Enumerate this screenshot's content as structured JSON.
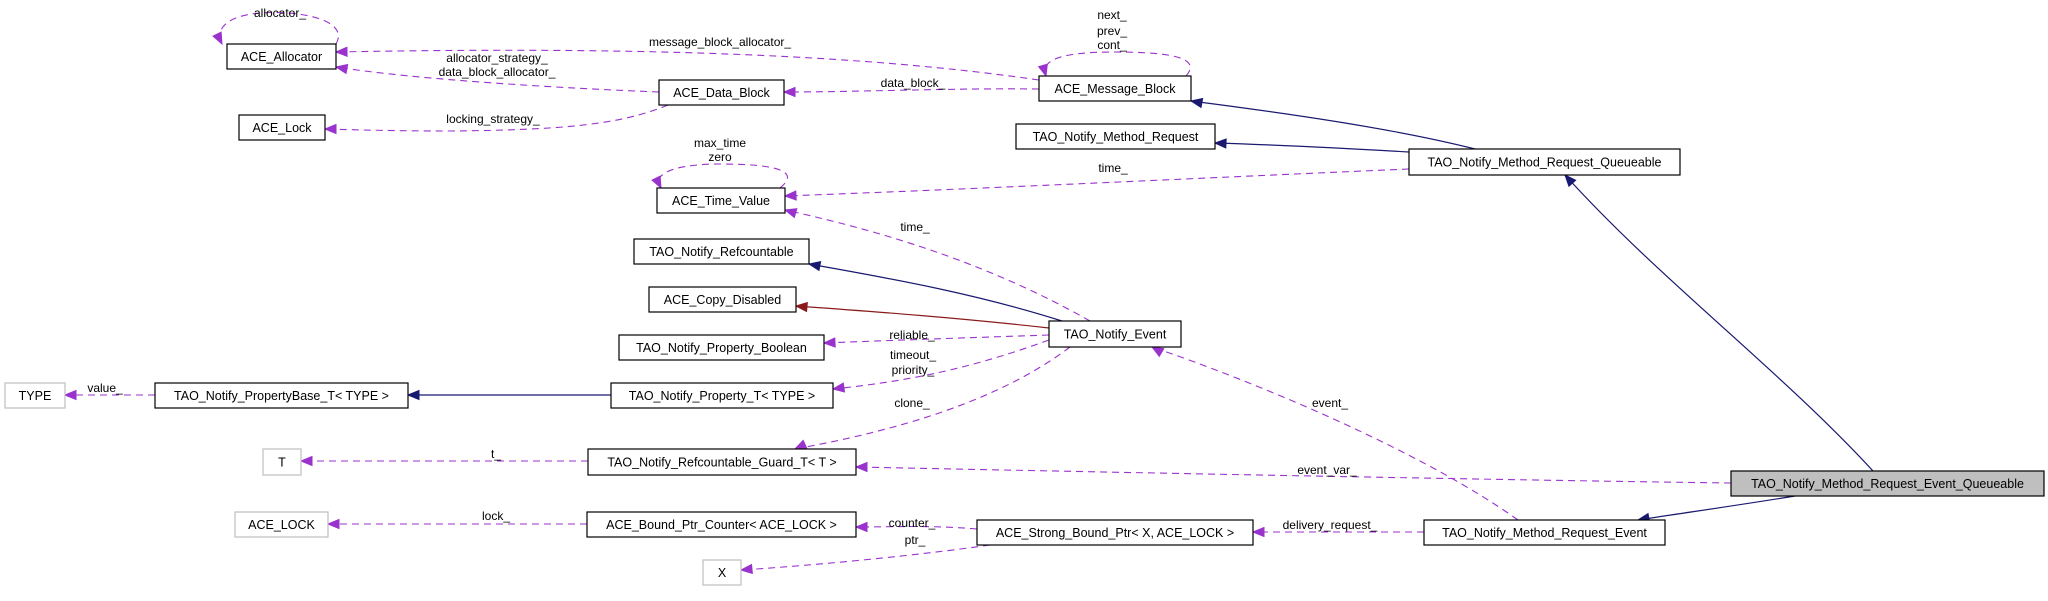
{
  "diagram": {
    "nodes": {
      "allocator": "ACE_Allocator",
      "data_block": "ACE_Data_Block",
      "lock": "ACE_Lock",
      "message_block": "ACE_Message_Block",
      "method_request": "TAO_Notify_Method_Request",
      "queueable": "TAO_Notify_Method_Request_Queueable",
      "time_value": "ACE_Time_Value",
      "refcountable": "TAO_Notify_Refcountable",
      "copy_disabled": "ACE_Copy_Disabled",
      "event": "TAO_Notify_Event",
      "property_boolean": "TAO_Notify_Property_Boolean",
      "type": "TYPE",
      "property_base": "TAO_Notify_PropertyBase_T< TYPE >",
      "property_t": "TAO_Notify_Property_T< TYPE >",
      "t": "T",
      "guard": "TAO_Notify_Refcountable_Guard_T< T >",
      "event_queueable": "TAO_Notify_Method_Request_Event_Queueable",
      "ace_lock_param": "ACE_LOCK",
      "bound_ptr_counter": "ACE_Bound_Ptr_Counter< ACE_LOCK >",
      "strong_bound_ptr": "ACE_Strong_Bound_Ptr< X, ACE_LOCK >",
      "method_request_event": "TAO_Notify_Method_Request_Event",
      "x": "X"
    },
    "edges": [
      {
        "id": "e1",
        "from": "allocator",
        "to": "allocator",
        "kind": "use",
        "labels": [
          "allocator_"
        ]
      },
      {
        "id": "e2",
        "from": "message_block",
        "to": "allocator",
        "kind": "use",
        "labels": [
          "message_block_allocator_"
        ]
      },
      {
        "id": "e3",
        "from": "data_block",
        "to": "allocator",
        "kind": "use",
        "labels": [
          "allocator_strategy_",
          "data_block_allocator_"
        ]
      },
      {
        "id": "e4",
        "from": "message_block",
        "to": "data_block",
        "kind": "use",
        "labels": [
          "data_block_"
        ]
      },
      {
        "id": "e5",
        "from": "data_block",
        "to": "lock",
        "kind": "use",
        "labels": [
          "locking_strategy_"
        ]
      },
      {
        "id": "e6",
        "from": "message_block",
        "to": "message_block",
        "kind": "use",
        "labels": [
          "next_",
          "prev_",
          "cont_"
        ]
      },
      {
        "id": "e7",
        "from": "queueable",
        "to": "message_block",
        "kind": "inherit",
        "labels": []
      },
      {
        "id": "e8",
        "from": "queueable",
        "to": "method_request",
        "kind": "inherit",
        "labels": []
      },
      {
        "id": "e9",
        "from": "queueable",
        "to": "time_value",
        "kind": "use",
        "labels": [
          "time_"
        ]
      },
      {
        "id": "e10",
        "from": "time_value",
        "to": "time_value",
        "kind": "use",
        "labels": [
          "max_time",
          "zero"
        ]
      },
      {
        "id": "e11",
        "from": "event",
        "to": "time_value",
        "kind": "use",
        "labels": [
          "time_"
        ]
      },
      {
        "id": "e12",
        "from": "event",
        "to": "refcountable",
        "kind": "inherit",
        "labels": []
      },
      {
        "id": "e13",
        "from": "event",
        "to": "copy_disabled",
        "kind": "private",
        "labels": []
      },
      {
        "id": "e14",
        "from": "event",
        "to": "property_boolean",
        "kind": "use",
        "labels": [
          "reliable_"
        ]
      },
      {
        "id": "e15",
        "from": "event",
        "to": "property_t",
        "kind": "use",
        "labels": [
          "timeout_",
          "priority_"
        ]
      },
      {
        "id": "e16",
        "from": "property_t",
        "to": "property_base",
        "kind": "inherit",
        "labels": []
      },
      {
        "id": "e17",
        "from": "property_base",
        "to": "type",
        "kind": "use",
        "labels": [
          "value_"
        ]
      },
      {
        "id": "e18",
        "from": "event",
        "to": "guard",
        "kind": "use",
        "labels": [
          "clone_"
        ]
      },
      {
        "id": "e19",
        "from": "guard",
        "to": "t",
        "kind": "use",
        "labels": [
          "t_"
        ]
      },
      {
        "id": "e20",
        "from": "event_queueable",
        "to": "guard",
        "kind": "use",
        "labels": [
          "event_var_"
        ]
      },
      {
        "id": "e21",
        "from": "method_request_event",
        "to": "event",
        "kind": "use",
        "labels": [
          "event_"
        ]
      },
      {
        "id": "e22",
        "from": "event_queueable",
        "to": "queueable",
        "kind": "inherit",
        "labels": []
      },
      {
        "id": "e23",
        "from": "event_queueable",
        "to": "method_request_event",
        "kind": "inherit",
        "labels": []
      },
      {
        "id": "e24",
        "from": "method_request_event",
        "to": "strong_bound_ptr",
        "kind": "use",
        "labels": [
          "delivery_request_"
        ]
      },
      {
        "id": "e25",
        "from": "strong_bound_ptr",
        "to": "bound_ptr_counter",
        "kind": "use",
        "labels": [
          "counter_"
        ]
      },
      {
        "id": "e26",
        "from": "strong_bound_ptr",
        "to": "x",
        "kind": "use",
        "labels": [
          "ptr_"
        ]
      },
      {
        "id": "e27",
        "from": "bound_ptr_counter",
        "to": "ace_lock_param",
        "kind": "use",
        "labels": [
          "lock_"
        ]
      }
    ],
    "colors": {
      "use": "#9a32cd",
      "inherit": "#191970",
      "private": "#8b1a1a",
      "focus_fill": "#bfbfbf"
    }
  }
}
